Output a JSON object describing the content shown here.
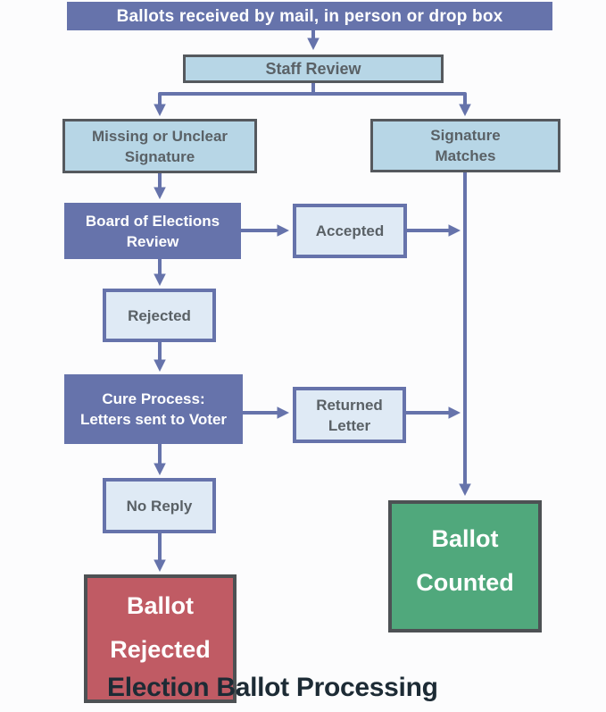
{
  "title": "Election Ballot Processing",
  "colors": {
    "background": "#fcfcfd",
    "arrow": "#6673ab",
    "node_dark_blue": "#6673ab",
    "node_light_blue": "#b7d6e6",
    "node_pale_blue": "#dfeaf5",
    "node_red": "#c05b64",
    "node_green": "#50a87c",
    "border_gray": "#55595e",
    "border_dark": "#4d5154",
    "text_gray": "#5a6166",
    "text_white": "#ffffff",
    "title_color": "#1d2b35"
  },
  "nodes": {
    "received": {
      "label": "Ballots received by mail, in person or drop box"
    },
    "staff_review": {
      "label": "Staff Review"
    },
    "missing_signature": {
      "lines": [
        "Missing or Unclear",
        "Signature"
      ]
    },
    "signature_matches": {
      "lines": [
        "Signature",
        "Matches"
      ]
    },
    "board_review": {
      "lines": [
        "Board of Elections",
        "Review"
      ]
    },
    "accepted": {
      "label": "Accepted"
    },
    "rejected": {
      "label": "Rejected"
    },
    "cure_process": {
      "lines": [
        "Cure Process:",
        "Letters sent to Voter"
      ]
    },
    "returned_letter": {
      "lines": [
        "Returned",
        "Letter"
      ]
    },
    "no_reply": {
      "label": "No Reply"
    },
    "ballot_rejected": {
      "lines": [
        "Ballot",
        "Rejected"
      ]
    },
    "ballot_counted": {
      "lines": [
        "Ballot",
        "Counted"
      ]
    }
  },
  "edges": [
    {
      "from": "received",
      "to": "staff_review"
    },
    {
      "from": "staff_review",
      "to": "missing_signature"
    },
    {
      "from": "staff_review",
      "to": "signature_matches"
    },
    {
      "from": "missing_signature",
      "to": "board_review"
    },
    {
      "from": "board_review",
      "to": "accepted"
    },
    {
      "from": "board_review",
      "to": "rejected"
    },
    {
      "from": "accepted",
      "to": "ballot_counted"
    },
    {
      "from": "rejected",
      "to": "cure_process"
    },
    {
      "from": "cure_process",
      "to": "returned_letter"
    },
    {
      "from": "cure_process",
      "to": "no_reply"
    },
    {
      "from": "returned_letter",
      "to": "ballot_counted"
    },
    {
      "from": "no_reply",
      "to": "ballot_rejected"
    },
    {
      "from": "signature_matches",
      "to": "ballot_counted"
    }
  ]
}
